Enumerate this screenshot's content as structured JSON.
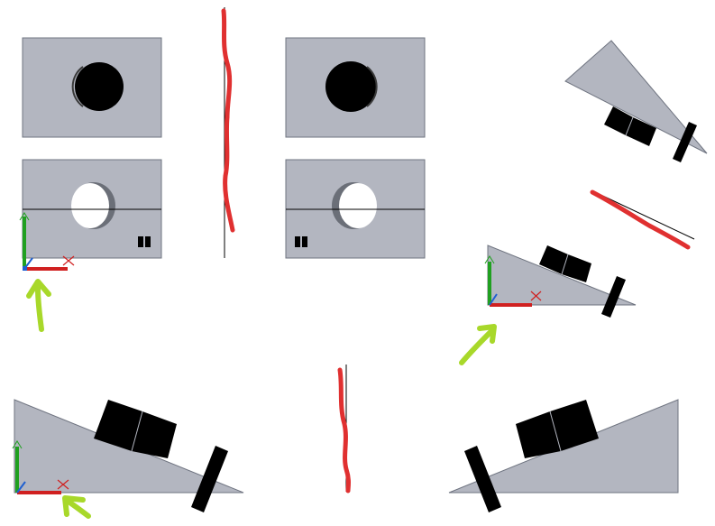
{
  "colors": {
    "background": "#ffffff",
    "part_fill": "#b3b6c0",
    "part_stroke": "#6f7480",
    "cut_fill": "#000000",
    "axis_line": "#000000",
    "sketch_red": "#e03030",
    "arrow_green": "#a8d82a",
    "axis_x": "#d02020",
    "axis_y": "#20a020",
    "axis_z": "#2060d0"
  },
  "icons": [
    "ucs-triad-icon",
    "green-arrow-icon",
    "red-scribble-mark"
  ],
  "views": [
    "top-view-left",
    "front-view-left",
    "top-view-right",
    "front-view-right",
    "wedge-view-tilted",
    "wedge-view-mid-right",
    "wedge-view-bottom-left",
    "wedge-view-bottom-right"
  ]
}
